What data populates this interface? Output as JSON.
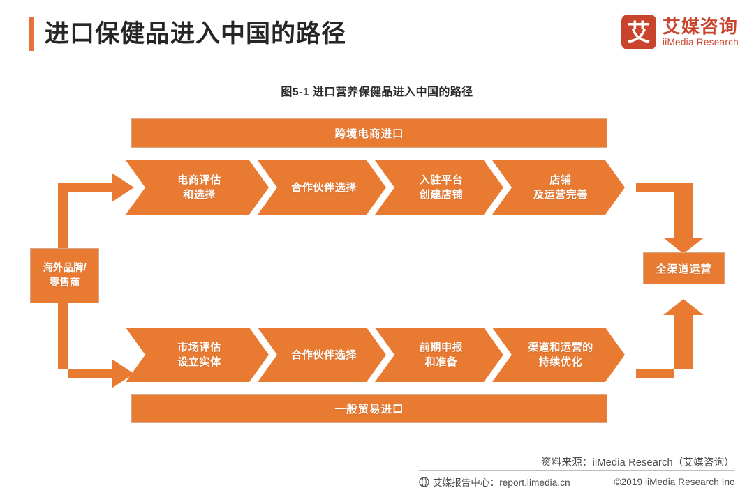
{
  "header": {
    "title": "进口保健品进入中国的路径",
    "accent_color": "#E8703A",
    "logo": {
      "mark_char": "艾",
      "mark_color": "#C8442C",
      "name_cn": "艾媒咨询",
      "name_en": "iiMedia Research"
    }
  },
  "chart_title": "图5-1 进口营养保健品进入中国的路径",
  "chart_data": {
    "type": "diagram",
    "title": "图5-1 进口营养保健品进入中国的路径",
    "accent_color": "#E87A32",
    "start_node": "海外品牌/零售商",
    "end_node": "全渠道运营",
    "tracks": [
      {
        "banner": "跨境电商进口",
        "steps": [
          "电商评估\n和选择",
          "合作伙伴选择",
          "入驻平台\n创建店铺",
          "店铺\n及运营完善"
        ]
      },
      {
        "banner": "一般贸易进口",
        "steps": [
          "市场评估\n设立实体",
          "合作伙伴选择",
          "前期申报\n和准备",
          "渠道和运营的\n持续优化"
        ]
      }
    ]
  },
  "diagram": {
    "banner_top": "跨境电商进口",
    "banner_bottom": "一般贸易进口",
    "box_left": "海外品牌/\n零售商",
    "box_right": "全渠道运营",
    "top_steps": [
      "电商评估\n和选择",
      "合作伙伴选择",
      "入驻平台\n创建店铺",
      "店铺\n及运营完善"
    ],
    "bottom_steps": [
      "市场评估\n设立实体",
      "合作伙伴选择",
      "前期申报\n和准备",
      "渠道和运营的\n持续优化"
    ]
  },
  "footer": {
    "source": "资料来源：iiMedia Research（艾媒咨询）",
    "report_center": "艾媒报告中心：report.iimedia.cn",
    "copyright": "©2019  iiMedia Research  Inc"
  }
}
